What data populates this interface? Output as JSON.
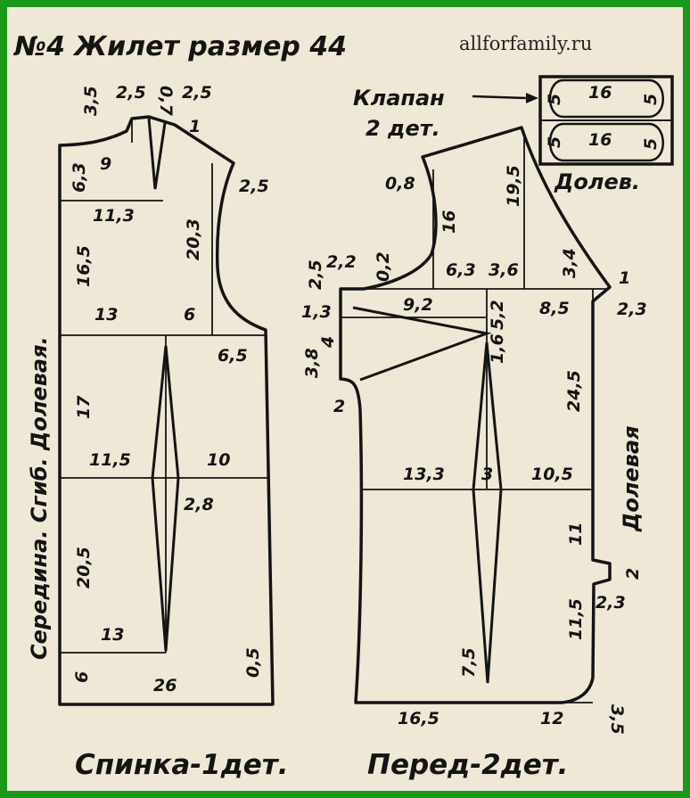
{
  "header": {
    "title": "№4 Жилет размер 44",
    "site": "allforfamily.ru"
  },
  "flap": {
    "title": "Клапан",
    "count": "2 дет.",
    "grain": "Долев.",
    "row1": [
      "5",
      "16",
      "5"
    ],
    "row2": [
      "5",
      "16",
      "5"
    ]
  },
  "back": {
    "caption": "Спинка-1дет.",
    "side_label": "Середина. Сгиб. Долевая.",
    "dims": {
      "neck_rise": "3,5",
      "neck_w": "2,5",
      "dart_top": "0,7",
      "shoulder_w": "2,5",
      "shoulder_drop": "1",
      "neck_depth": "6,3",
      "neck_line": "9",
      "shoulder_depth": "11,3",
      "armhole_out": "2,5",
      "armhole_h": "20,3",
      "side_upper": "16,5",
      "chest_left": "13",
      "chest_right": "6",
      "chest_out": "6,5",
      "waist_h": "17",
      "waist_left": "11,5",
      "waist_right": "10",
      "dart_w": "2,8",
      "hip_h": "20,5",
      "hip_left": "13",
      "hem_h": "6",
      "hem_w": "26",
      "hem_out": "0,5"
    }
  },
  "front": {
    "caption": "Перед-2дет.",
    "grain_label": "Долевая",
    "dims": {
      "neck_out": "0,8",
      "neck_h": "16",
      "shoulder_h": "19,5",
      "a": "2,5",
      "b": "2,2",
      "c": "0,2",
      "d": "6,3",
      "e": "3,6",
      "f": "3,4",
      "g": "1",
      "h": "1,3",
      "i": "9,2",
      "j": "5,2",
      "k": "8,5",
      "l": "2,3",
      "m": "4",
      "n": "3,8",
      "o": "1,6",
      "p": "24,5",
      "q": "2",
      "r": "13,3",
      "s": "3",
      "t": "10,5",
      "u": "11",
      "v": "2",
      "w": "2,3",
      "x": "11,5",
      "y": "7,5",
      "z": "16,5",
      "zz": "12",
      "hem_out": "3,5"
    }
  }
}
